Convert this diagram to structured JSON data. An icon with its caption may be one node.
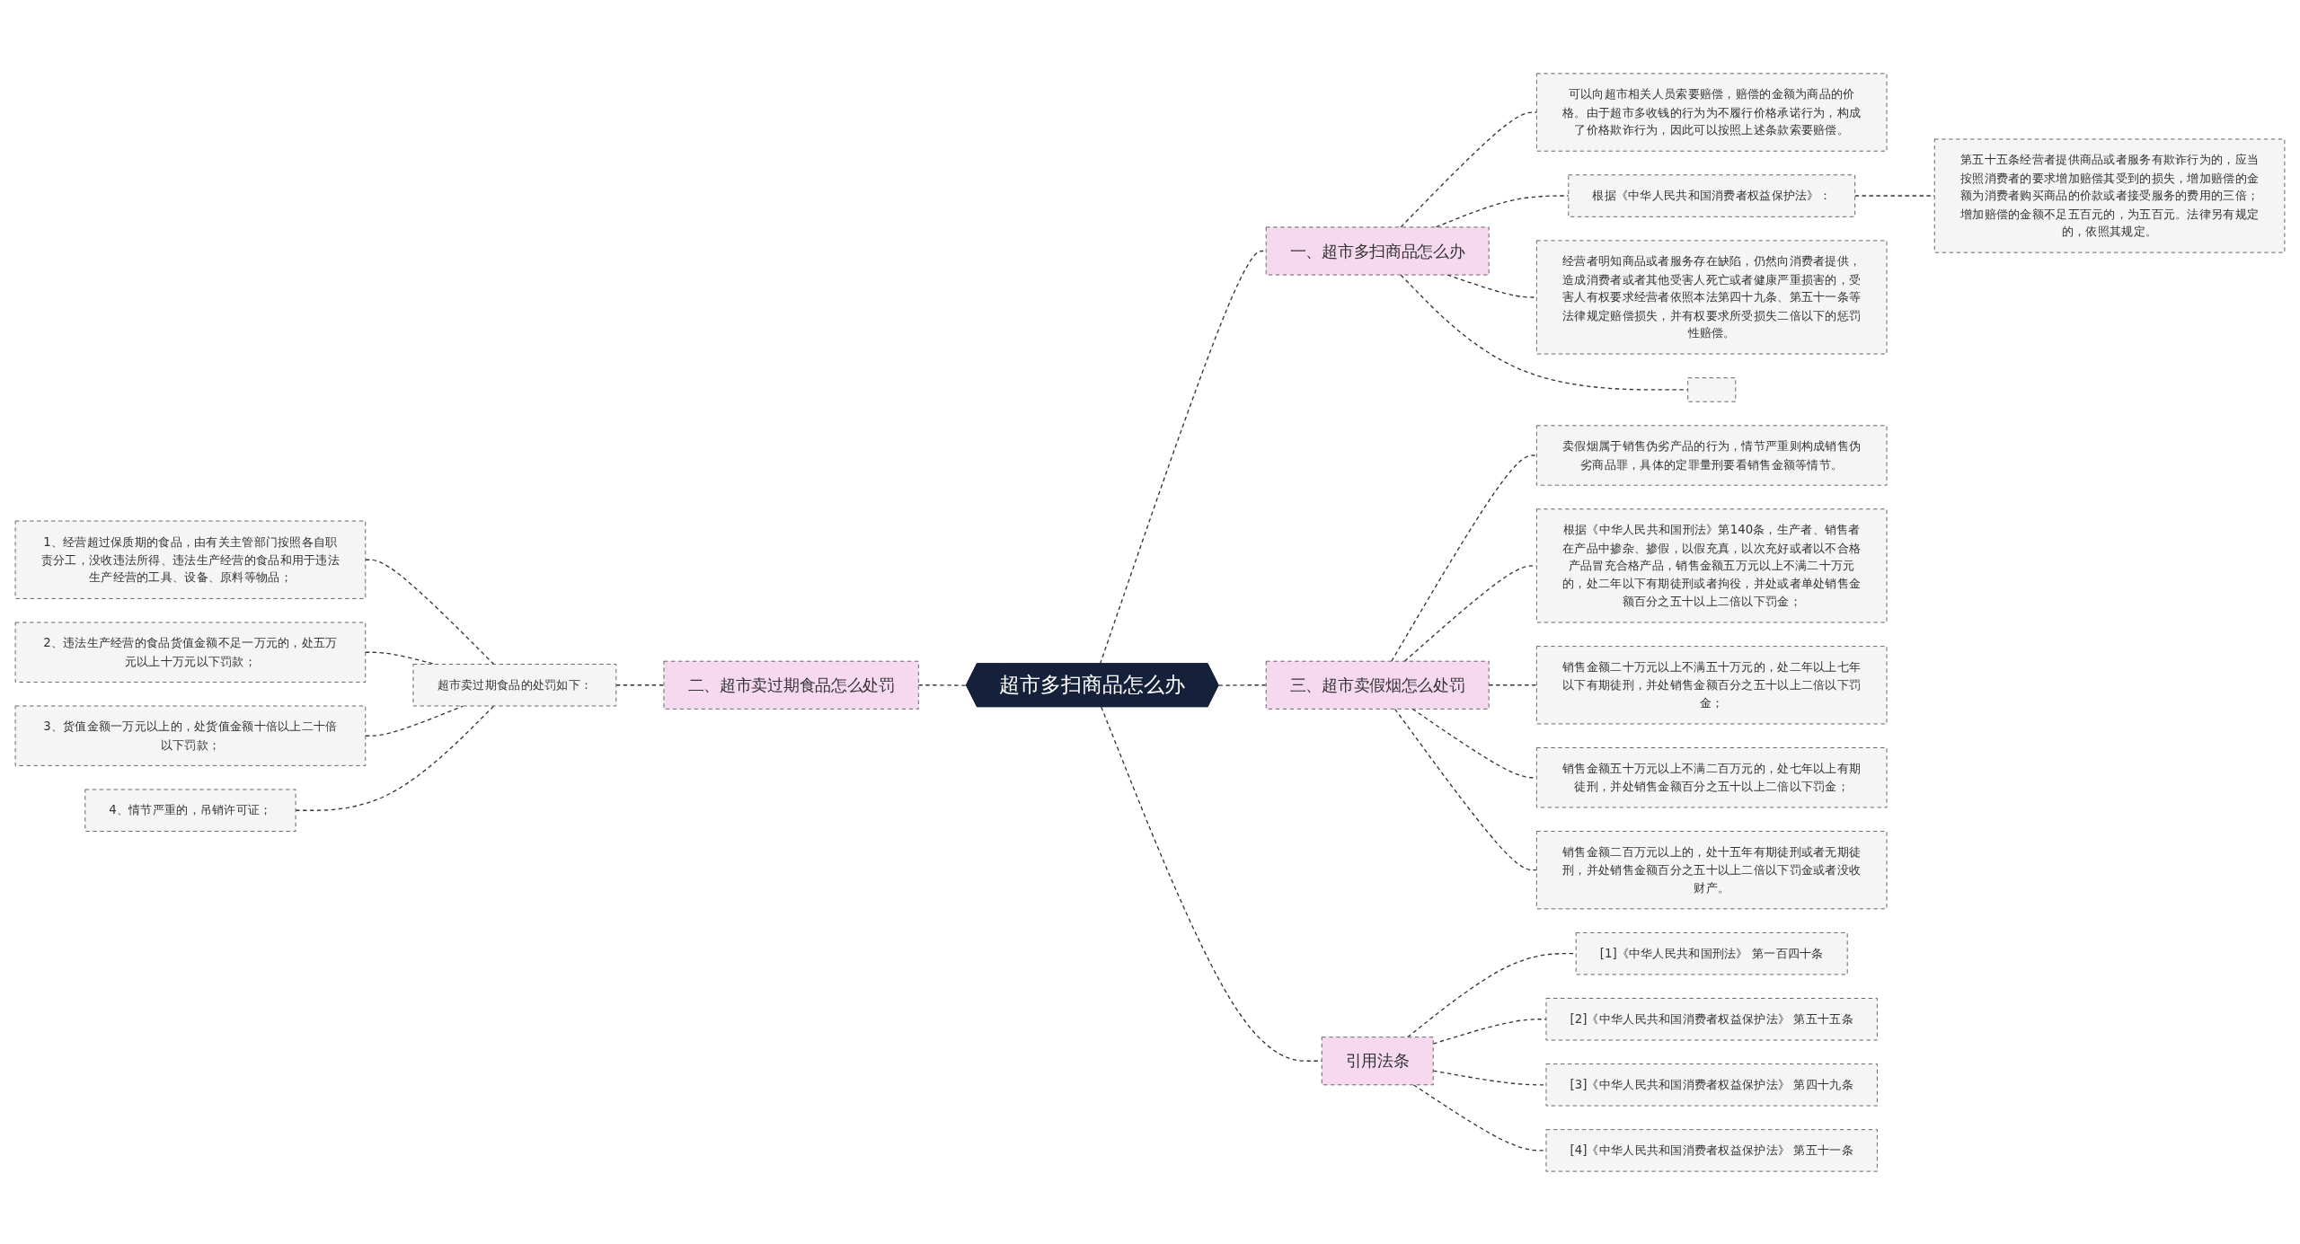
{
  "diagram": {
    "nodes": [
      {
        "text": [
          "超市多扫商品怎么办"
        ]
      },
      {
        "text": [
          "一、超市多扫商品怎么办"
        ]
      },
      {
        "text": [
          "可以向超市相关人员索要赔偿，赔偿的金额为商品的价格。由于超市多收钱的行为为不履行价格承诺行为，构成了价格欺诈行为，因此可以按照上述条款索要赔偿。"
        ]
      },
      {
        "text": [
          "根据《中华人民共和国消费者权益保护法》："
        ]
      },
      {
        "text": [
          "第五十五条经营者提供商品或者服务有欺诈行为的，应当按照消费者的要求增加赔偿其受到的损失，增加赔偿的金额为消费者购买商品的价款或者接受服务的费用的三倍；增加赔偿的金额不足五百元的，为五百元。法律另有规定的，依照其规定。"
        ]
      },
      {
        "text": [
          "经营者明知商品或者服务存在缺陷，仍然向消费者提供，造成消费者或者其他受害人死亡或者健康严重损害的，受害人有权要求经营者依照本法第四十九条、第五十一条等法律规定赔偿损失，并有权要求所受损失二倍以下的惩罚性赔偿。"
        ]
      },
      {
        "text": [],
        "shape": "box"
      },
      {
        "text": [
          "三、超市卖假烟怎么处罚"
        ]
      },
      {
        "text": [
          "卖假烟属于销售伪劣产品的行为，情节严重则构成销售伪劣商品罪，具体的定罪量刑要看销售金额等情节。"
        ]
      },
      {
        "text": [
          "根据《中华人民共和国刑法》第140条，生产者、销售者在产品中掺杂、掺假，以假充真，以次充好或者以不合格产品冒充合格产品，销售金额五万元以上不满二十万元的，处二年以下有期徒刑或者拘役，并处或者单处销售金额百分之五十以上二倍以下罚金；"
        ]
      },
      {
        "text": [
          "销售金额二十万元以上不满五十万元的，处二年以上七年以下有期徒刑，并处销售金额百分之五十以上二倍以下罚金；"
        ]
      },
      {
        "text": [
          "销售金额五十万元以上不满二百万元的，处七年以上有期徒刑，并处销售金额百分之五十以上二倍以下罚金；"
        ]
      },
      {
        "text": [
          "销售金额二百万元以上的，处十五年有期徒刑或者无期徒刑，并处销售金额百分之五十以上二倍以下罚金或者没收财产。"
        ]
      },
      {
        "text": [
          "二、超市卖过期食品怎么处罚"
        ]
      },
      {
        "text": [
          "超市卖过期食品的处罚如下："
        ]
      },
      {
        "text": [
          "1、经营超过保质期的食品，由有关主管部门按照各自职责分工，没收违法所得、违法生产经营的食品和用于违法生产经营的工具、设备、原料等物品；"
        ]
      },
      {
        "text": [
          "2、违法生产经营的食品货值金额不足一万元的，处五万元以上十万元以下罚款；"
        ]
      },
      {
        "text": [
          "3、货值金额一万元以上的，处货值金额十倍以上二十倍以下罚款；"
        ]
      },
      {
        "text": [
          "4、情节严重的，吊销许可证；"
        ]
      },
      {
        "text": [
          "引用法条"
        ]
      },
      {
        "text": [
          "[1]《中华人民共和国刑法》 第一百四十条"
        ]
      },
      {
        "text": [
          "[2]《中华人民共和国消费者权益保护法》 第五十五条"
        ]
      },
      {
        "text": [
          "[3]《中华人民共和国消费者权益保护法》 第四十九条"
        ]
      },
      {
        "text": [
          "[4]《中华人民共和国消费者权益保护法》 第五十一条"
        ]
      }
    ],
    "edges": [
      {
        "from": 0,
        "to": 1,
        "arrow": "none"
      },
      {
        "from": 1,
        "to": 2,
        "arrow": "none"
      },
      {
        "from": 1,
        "to": 3,
        "arrow": "none"
      },
      {
        "from": 3,
        "to": 4,
        "arrow": "none"
      },
      {
        "from": 1,
        "to": 5,
        "arrow": "none"
      },
      {
        "from": 1,
        "to": 6,
        "arrow": "none"
      },
      {
        "from": 0,
        "to": 7,
        "arrow": "none"
      },
      {
        "from": 7,
        "to": 8,
        "arrow": "none"
      },
      {
        "from": 7,
        "to": 9,
        "arrow": "none"
      },
      {
        "from": 7,
        "to": 10,
        "arrow": "none"
      },
      {
        "from": 7,
        "to": 11,
        "arrow": "none"
      },
      {
        "from": 7,
        "to": 12,
        "arrow": "none"
      },
      {
        "from": 0,
        "to": 13,
        "arrow": "none"
      },
      {
        "from": 13,
        "to": 14,
        "arrow": "none"
      },
      {
        "from": 14,
        "to": 15,
        "arrow": "none"
      },
      {
        "from": 14,
        "to": 16,
        "arrow": "none"
      },
      {
        "from": 14,
        "to": 17,
        "arrow": "none"
      },
      {
        "from": 14,
        "to": 18,
        "arrow": "none"
      },
      {
        "from": 0,
        "to": 19,
        "arrow": "none"
      },
      {
        "from": 19,
        "to": 20,
        "arrow": "none"
      },
      {
        "from": 19,
        "to": 21,
        "arrow": "none"
      },
      {
        "from": 19,
        "to": 22,
        "arrow": "none"
      },
      {
        "from": 19,
        "to": 23,
        "arrow": "none"
      }
    ]
  }
}
